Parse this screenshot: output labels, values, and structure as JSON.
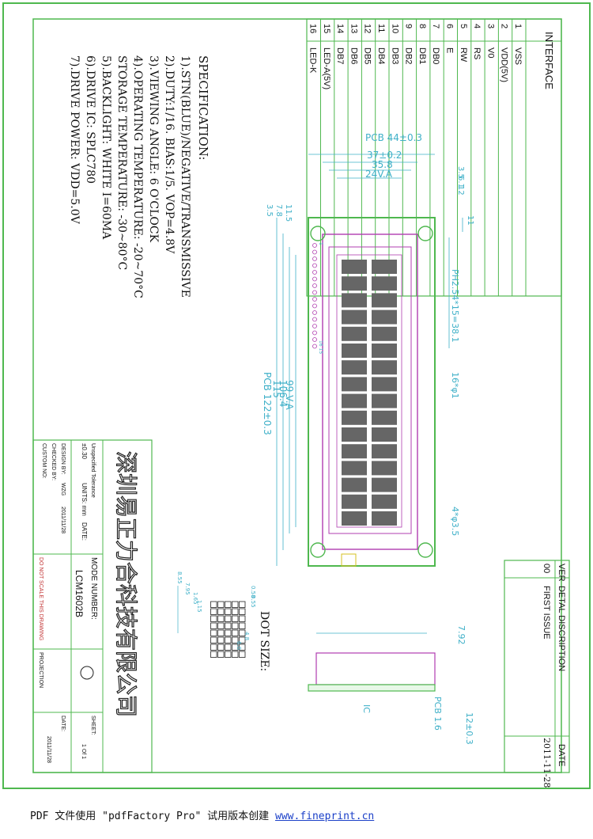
{
  "interface": {
    "header": "INTERFACE",
    "pins": [
      {
        "no": "1",
        "name": "VSS"
      },
      {
        "no": "2",
        "name": "VDD(5V)"
      },
      {
        "no": "3",
        "name": "V0"
      },
      {
        "no": "4",
        "name": "RS"
      },
      {
        "no": "5",
        "name": "RW"
      },
      {
        "no": "6",
        "name": "E"
      },
      {
        "no": "7",
        "name": "DB0"
      },
      {
        "no": "8",
        "name": "DB1"
      },
      {
        "no": "9",
        "name": "DB2"
      },
      {
        "no": "10",
        "name": "DB3"
      },
      {
        "no": "11",
        "name": "DB4"
      },
      {
        "no": "12",
        "name": "DB5"
      },
      {
        "no": "13",
        "name": "DB6"
      },
      {
        "no": "14",
        "name": "DB7"
      },
      {
        "no": "15",
        "name": "LED-A(5V)"
      },
      {
        "no": "16",
        "name": "LED-K"
      }
    ]
  },
  "specification": {
    "title": "SPECIFICATION:",
    "items": [
      "1).STN(BLUE)/NEGATIVE/TRANSMISSIVE",
      "2).DUTY:1/16. BIAS:1/5. VOP=4.8V",
      "3).VIEWING ANGLE: 6 O'CLOCK",
      "4).OPERATING TEMPERATURE: -20~70°C",
      "     STORAGE TEMPERATURE: -30~80°C",
      "5).BACKLIGHT: WHITE  I=60MA",
      "6).DRIVE IC: SPLC780",
      "7).DRIVE POWER: VDD=5.0V"
    ]
  },
  "dimensions": {
    "pcb_w": "PCB 44±0.3",
    "w37": "37±0.2",
    "w358": "35.8",
    "va_h": "24V.A",
    "d35a": "3.5",
    "d61": "6.1",
    "d12": "12",
    "d35b": "3.5",
    "d78": "7.8",
    "d115": "11.5",
    "d11": "11",
    "pitch": "PH2.54*15=38.1",
    "pin1": "1",
    "pin2": "16 15",
    "pcb_l": "PCB 122±0.3",
    "l115": "115",
    "l1064": "106.4",
    "l99": "99 V.A",
    "hole_pin": "16*φ1",
    "mount_hole": "4*φ3.5",
    "dot_w1": "8.55",
    "dot_w2": "7.95",
    "dot_w3": "1.65",
    "dot_w4": "1.15",
    "dot_h1": "0.58",
    "dot_h2": "0.55",
    "dot_h3": "4.8",
    "dot_h4": "6.0",
    "dot_title": "DOT SIZE:",
    "side_t": "7.92",
    "side_h": "12±0.3",
    "side_pcb": "PCB 1.6",
    "side_ic": "IC"
  },
  "revision": {
    "headers": [
      "VER",
      "DETAL DISCRIPTION",
      "DATE"
    ],
    "row": {
      "ver": "00",
      "desc": "FIRST ISSUE",
      "date": "2011-11-28"
    }
  },
  "title_block": {
    "company": "深圳易正力合科技有限公司",
    "unspecified": "Unspecified Tolerance",
    "tolerance": "±0.30",
    "units_label": "UNITS: mm",
    "date_label": "DATE:",
    "design_label": "DESIGN  BY:",
    "design_by": "WZG",
    "design_date": "2011/11/28",
    "checked_label": "CHECKED  BY:",
    "custom_label": "CUSTOM NO:",
    "mode_label": "MODE NUMBER:",
    "model": "LCM1602B",
    "warning": "DO NOT SCALE THIS DRAWING",
    "projection": "PROJECTION",
    "sheet_label": "SHEET:",
    "sheet_value": "1 Of 1",
    "date2_label": "DATE:",
    "date2_value": "2011/11/28"
  },
  "footer": {
    "prefix": "PDF 文件使用 \"pdfFactory Pro\" 试用版本创建 ",
    "link": "www.fineprint.cn"
  }
}
